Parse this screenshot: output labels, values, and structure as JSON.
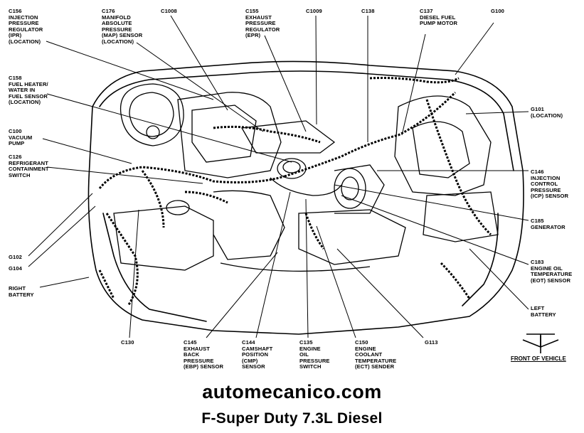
{
  "labels": {
    "c156": "C156\nINJECTION\nPRESSURE\nREGULATOR\n(IPR)\n(LOCATION)",
    "c176": "C176\nMANIFOLD\nABSOLUTE\nPRESSURE\n(MAP) SENSOR\n(LOCATION)",
    "c1008": "C1008",
    "c155": "C155\nEXHAUST\nPRESSURE\nREGULATOR\n(EPR)",
    "c1009": "C1009",
    "c138": "C138",
    "c137": "C137\nDIESEL FUEL\nPUMP MOTOR",
    "g100": "G100",
    "c158": "C158\nFUEL HEATER/\nWATER IN\nFUEL SENSOR\n(LOCATION)",
    "g101": "G101\n(LOCATION)",
    "c100": "C100\nVACUUM\nPUMP",
    "c126": "C126\nREFRIGERANT\nCONTAINMENT\nSWITCH",
    "c146": "C146\nINJECTION\nCONTROL\nPRESSURE\n(ICP) SENSOR",
    "c185": "C185\nGENERATOR",
    "g102": "G102",
    "g104": "G104",
    "c183": "C183\nENGINE OIL\nTEMPERATURE\n(EOT) SENSOR",
    "right_battery": "RIGHT\nBATTERY",
    "left_battery": "LEFT\nBATTERY",
    "c130": "C130",
    "c145": "C145\nEXHAUST\nBACK\nPRESSURE\n(EBP) SENSOR",
    "c144": "C144\nCAMSHAFT\nPOSITION\n(CMP)\nSENSOR",
    "c135": "C135\nENGINE\nOIL\nPRESSURE\nSWITCH",
    "c150": "C150\nENGINE\nCOOLANT\nTEMPERATURE\n(ECT) SENDER",
    "g113": "G113"
  },
  "front_of_vehicle": "FRONT OF VEHICLE",
  "website": "automecanico.com",
  "caption": "F-Super Duty 7.3L Diesel",
  "colors": {
    "ink": "#000000",
    "paper": "#ffffff"
  }
}
